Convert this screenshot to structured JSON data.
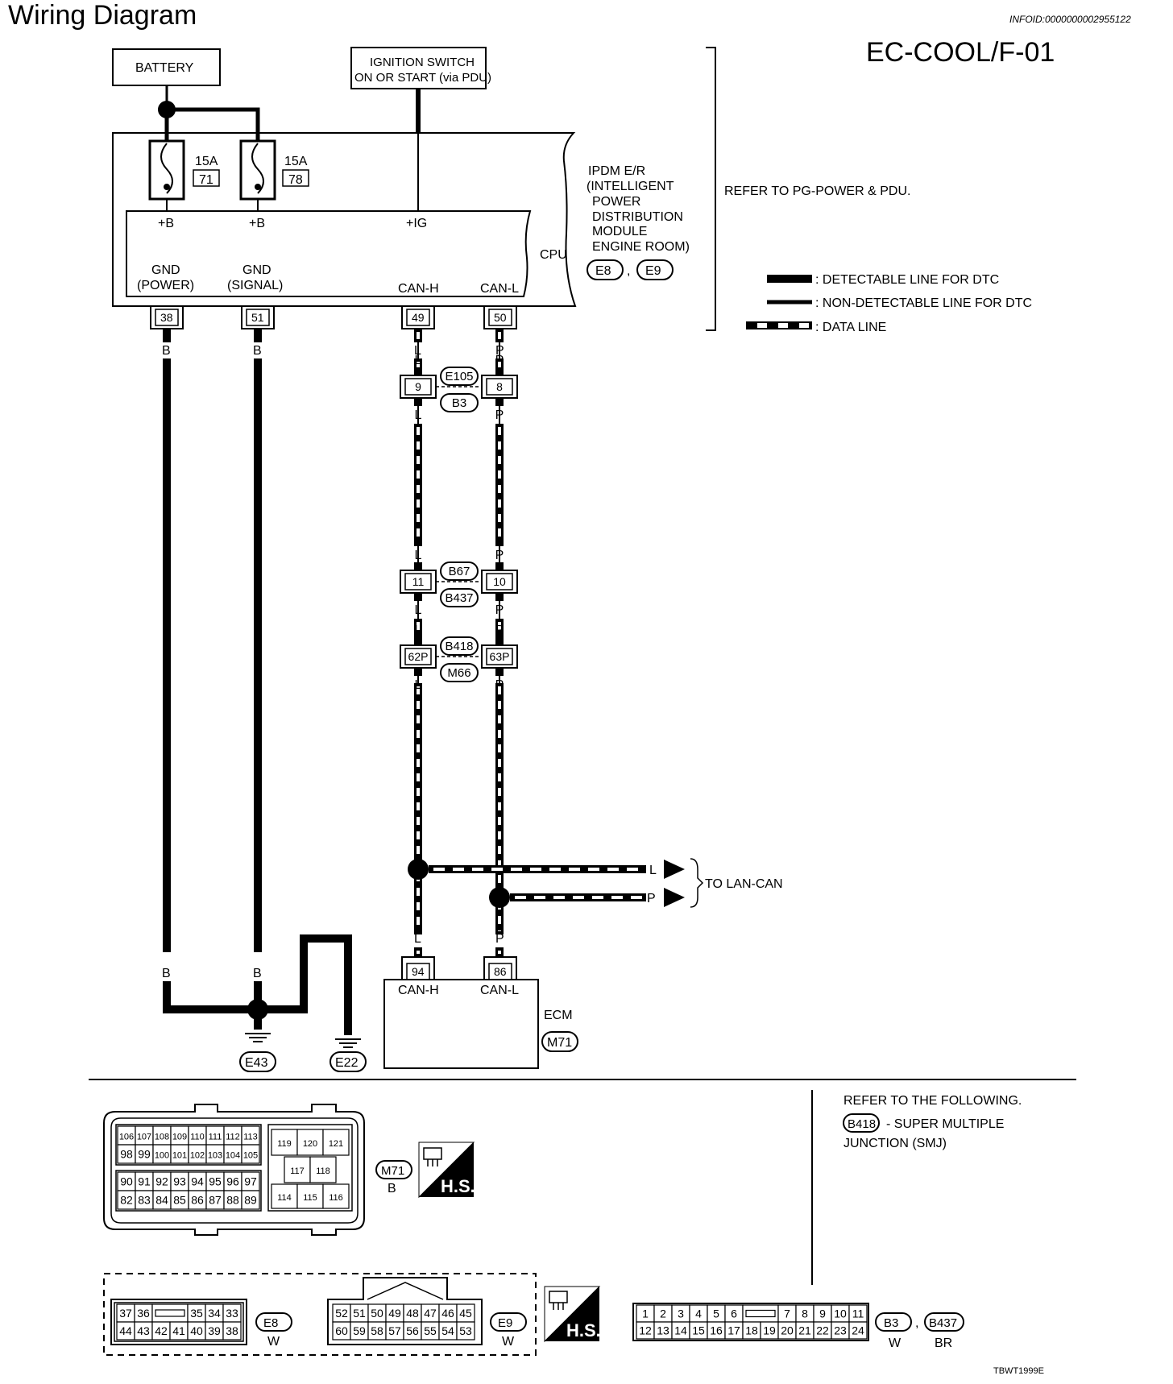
{
  "header": {
    "title": "Wiring Diagram",
    "info_id": "INFOID:0000000002955122",
    "diagram_code": "EC-COOL/F-01",
    "figure_code": "TBWT1999E"
  },
  "power": {
    "battery": "BATTERY",
    "ignition_line1": "IGNITION SWITCH",
    "ignition_line2": "ON OR START (via PDU)"
  },
  "ipdm": {
    "label_lines": [
      "IPDM E/R",
      "(INTELLIGENT",
      "POWER",
      "DISTRIBUTION",
      "MODULE",
      "ENGINE ROOM)"
    ],
    "connectors": [
      "E8",
      "E9"
    ],
    "cpu": "CPU",
    "fuses": [
      {
        "amp": "15A",
        "num": "71"
      },
      {
        "amp": "15A",
        "num": "78"
      }
    ],
    "terminal_labels": {
      "b1": "+B",
      "b2": "+B",
      "ig": "+IG",
      "gnd_power": [
        "GND",
        "(POWER)"
      ],
      "gnd_signal": [
        "GND",
        "(SIGNAL)"
      ],
      "can_h": "CAN-H",
      "can_l": "CAN-L"
    },
    "pins": [
      "38",
      "51",
      "49",
      "50"
    ],
    "refer": "REFER TO PG-POWER & PDU."
  },
  "legend": [
    {
      "style": "detectable",
      "label": ": DETECTABLE LINE FOR DTC"
    },
    {
      "style": "non-detectable",
      "label": ": NON-DETECTABLE LINE FOR DTC"
    },
    {
      "style": "data",
      "label": ": DATA LINE"
    }
  ],
  "wire_colors": {
    "black": "B",
    "blue": "L",
    "pink": "P"
  },
  "junctions": [
    {
      "left_pin": "9",
      "right_pin": "8",
      "codes": [
        "E105",
        "B3"
      ]
    },
    {
      "left_pin": "11",
      "right_pin": "10",
      "codes": [
        "B67",
        "B437"
      ]
    },
    {
      "left_pin": "62P",
      "right_pin": "63P",
      "codes": [
        "B418",
        "M66"
      ]
    }
  ],
  "lan": {
    "label": "TO LAN-CAN",
    "l": "L",
    "p": "P"
  },
  "ecm": {
    "name": "ECM",
    "connector": "M71",
    "pins": [
      "94",
      "86"
    ],
    "can_h": "CAN-H",
    "can_l": "CAN-L"
  },
  "grounds": [
    "E43",
    "E22"
  ],
  "refer_following": {
    "line1": "REFER TO THE FOLLOWING.",
    "code": "B418",
    "line2": "- SUPER MULTIPLE",
    "line3": "JUNCTION (SMJ)"
  },
  "m71_connector": {
    "code": "M71",
    "color": "B",
    "hs": "H.S.",
    "left_rows": [
      [
        "106",
        "107",
        "108",
        "109",
        "110",
        "111",
        "112",
        "113"
      ],
      [
        "98",
        "99",
        "100",
        "101",
        "102",
        "103",
        "104",
        "105"
      ],
      [
        "90",
        "91",
        "92",
        "93",
        "94",
        "95",
        "96",
        "97"
      ],
      [
        "82",
        "83",
        "84",
        "85",
        "86",
        "87",
        "88",
        "89"
      ]
    ],
    "right_rows": [
      [
        "119",
        "120",
        "121"
      ],
      [
        "117",
        "118"
      ],
      [
        "114",
        "115",
        "116"
      ]
    ]
  },
  "e8_connector": {
    "code": "E8",
    "color": "W",
    "top": [
      "37",
      "36",
      "",
      "35",
      "34",
      "33"
    ],
    "bottom": [
      "44",
      "43",
      "42",
      "41",
      "40",
      "39",
      "38"
    ]
  },
  "e9_connector": {
    "code": "E9",
    "color": "W",
    "hs": "H.S.",
    "top": [
      "52",
      "51",
      "50",
      "49",
      "48",
      "47",
      "46",
      "45"
    ],
    "bottom": [
      "60",
      "59",
      "58",
      "57",
      "56",
      "55",
      "54",
      "53"
    ]
  },
  "b3_connector": {
    "codes": [
      "B3",
      "B437"
    ],
    "colors": [
      "W",
      "BR"
    ],
    "top": [
      "1",
      "2",
      "3",
      "4",
      "5",
      "6",
      "",
      "7",
      "8",
      "9",
      "10",
      "11"
    ],
    "bottom": [
      "12",
      "13",
      "14",
      "15",
      "16",
      "17",
      "18",
      "19",
      "20",
      "21",
      "22",
      "23",
      "24"
    ]
  }
}
